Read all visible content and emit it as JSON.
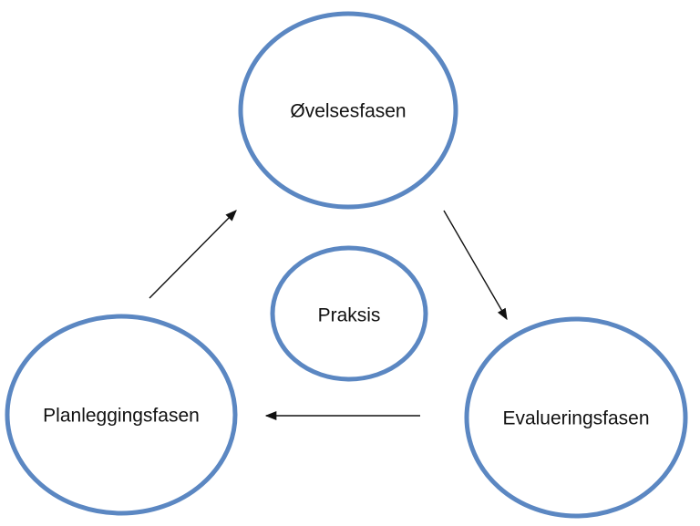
{
  "diagram": {
    "type": "cycle",
    "colors": {
      "node_border": "#5b87c2",
      "node_fill": "#ffffff",
      "arrow": "#111111",
      "text": "#111111"
    },
    "nodes": {
      "ovelsesfasen": {
        "label": "Øvelsesfasen"
      },
      "praksis": {
        "label": "Praksis"
      },
      "planleggingsfasen": {
        "label": "Planleggingsfasen"
      },
      "evalueringsfasen": {
        "label": "Evalueringsfasen"
      }
    },
    "edges": [
      {
        "from": "Planleggingsfasen",
        "to": "Øvelsesfasen"
      },
      {
        "from": "Øvelsesfasen",
        "to": "Evalueringsfasen"
      },
      {
        "from": "Evalueringsfasen",
        "to": "Planleggingsfasen"
      }
    ]
  }
}
